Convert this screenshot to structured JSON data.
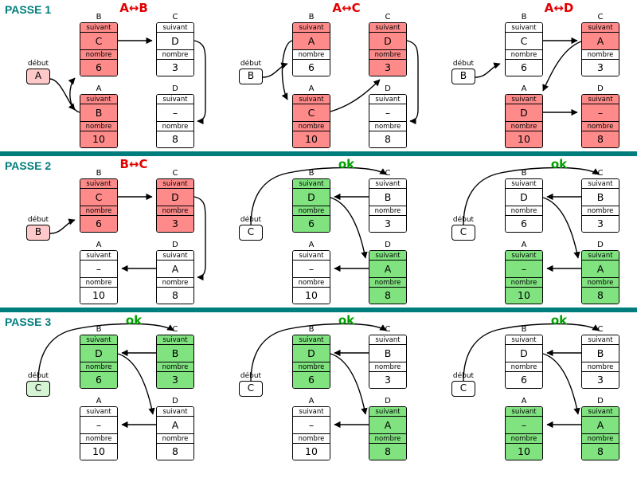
{
  "colors": {
    "teal": "#007d7d",
    "separator": "#007d7d",
    "title_red": "#e00000",
    "title_green": "#00a000",
    "pink": "#ff8a8a",
    "pink_light": "#ffc9c9",
    "green": "#80e380",
    "green_light": "#d4f4d4",
    "wire": "#000000"
  },
  "labels": {
    "suivant": "suivant",
    "nombre": "nombre",
    "debut": "début"
  },
  "letter_positions": {
    "B": "TL",
    "C": "TR",
    "A": "BL",
    "D": "BR"
  },
  "rows": [
    {
      "pass_label": "PASSE 1",
      "panels": [
        {
          "title": "A↔B",
          "title_color": "red",
          "debut": {
            "value": "A",
            "hl": "pink"
          },
          "nodes": {
            "TL": {
              "label": "B",
              "suivant": "C",
              "nombre": "6",
              "s_hl": "pink",
              "n_hl": "pink"
            },
            "TR": {
              "label": "C",
              "suivant": "D",
              "nombre": "3",
              "s_hl": "",
              "n_hl": ""
            },
            "BL": {
              "label": "A",
              "suivant": "B",
              "nombre": "10",
              "s_hl": "pink",
              "n_hl": "pink"
            },
            "BR": {
              "label": "D",
              "suivant": "–",
              "nombre": "8",
              "s_hl": "",
              "n_hl": ""
            }
          }
        },
        {
          "title": "A↔C",
          "title_color": "red",
          "debut": {
            "value": "B",
            "hl": ""
          },
          "nodes": {
            "TL": {
              "label": "B",
              "suivant": "A",
              "nombre": "6",
              "s_hl": "pink",
              "n_hl": ""
            },
            "TR": {
              "label": "C",
              "suivant": "D",
              "nombre": "3",
              "s_hl": "pink",
              "n_hl": "pink"
            },
            "BL": {
              "label": "A",
              "suivant": "C",
              "nombre": "10",
              "s_hl": "pink",
              "n_hl": "pink"
            },
            "BR": {
              "label": "D",
              "suivant": "–",
              "nombre": "8",
              "s_hl": "",
              "n_hl": ""
            }
          }
        },
        {
          "title": "A↔D",
          "title_color": "red",
          "debut": {
            "value": "B",
            "hl": ""
          },
          "nodes": {
            "TL": {
              "label": "B",
              "suivant": "C",
              "nombre": "6",
              "s_hl": "",
              "n_hl": ""
            },
            "TR": {
              "label": "C",
              "suivant": "A",
              "nombre": "3",
              "s_hl": "pink",
              "n_hl": ""
            },
            "BL": {
              "label": "A",
              "suivant": "D",
              "nombre": "10",
              "s_hl": "pink",
              "n_hl": "pink"
            },
            "BR": {
              "label": "D",
              "suivant": "–",
              "nombre": "8",
              "s_hl": "pink",
              "n_hl": "pink"
            }
          }
        }
      ]
    },
    {
      "pass_label": "PASSE 2",
      "panels": [
        {
          "title": "B↔C",
          "title_color": "red",
          "debut": {
            "value": "B",
            "hl": "pink"
          },
          "nodes": {
            "TL": {
              "label": "B",
              "suivant": "C",
              "nombre": "6",
              "s_hl": "pink",
              "n_hl": "pink"
            },
            "TR": {
              "label": "C",
              "suivant": "D",
              "nombre": "3",
              "s_hl": "pink",
              "n_hl": "pink"
            },
            "BL": {
              "label": "A",
              "suivant": "–",
              "nombre": "10",
              "s_hl": "",
              "n_hl": ""
            },
            "BR": {
              "label": "D",
              "suivant": "A",
              "nombre": "8",
              "s_hl": "",
              "n_hl": ""
            }
          }
        },
        {
          "title": "ok",
          "title_color": "green",
          "debut": {
            "value": "C",
            "hl": ""
          },
          "nodes": {
            "TL": {
              "label": "B",
              "suivant": "D",
              "nombre": "6",
              "s_hl": "green",
              "n_hl": "green"
            },
            "TR": {
              "label": "C",
              "suivant": "B",
              "nombre": "3",
              "s_hl": "",
              "n_hl": ""
            },
            "BL": {
              "label": "A",
              "suivant": "–",
              "nombre": "10",
              "s_hl": "",
              "n_hl": ""
            },
            "BR": {
              "label": "D",
              "suivant": "A",
              "nombre": "8",
              "s_hl": "green",
              "n_hl": "green"
            }
          }
        },
        {
          "title": "ok",
          "title_color": "green",
          "debut": {
            "value": "C",
            "hl": ""
          },
          "nodes": {
            "TL": {
              "label": "B",
              "suivant": "D",
              "nombre": "6",
              "s_hl": "",
              "n_hl": ""
            },
            "TR": {
              "label": "C",
              "suivant": "B",
              "nombre": "3",
              "s_hl": "",
              "n_hl": ""
            },
            "BL": {
              "label": "A",
              "suivant": "–",
              "nombre": "10",
              "s_hl": "green",
              "n_hl": "green"
            },
            "BR": {
              "label": "D",
              "suivant": "A",
              "nombre": "8",
              "s_hl": "green",
              "n_hl": "green"
            }
          }
        }
      ]
    },
    {
      "pass_label": "PASSE 3",
      "panels": [
        {
          "title": "ok",
          "title_color": "green",
          "debut": {
            "value": "C",
            "hl": "green"
          },
          "nodes": {
            "TL": {
              "label": "B",
              "suivant": "D",
              "nombre": "6",
              "s_hl": "green",
              "n_hl": "green"
            },
            "TR": {
              "label": "C",
              "suivant": "B",
              "nombre": "3",
              "s_hl": "green",
              "n_hl": "green"
            },
            "BL": {
              "label": "A",
              "suivant": "–",
              "nombre": "10",
              "s_hl": "",
              "n_hl": ""
            },
            "BR": {
              "label": "D",
              "suivant": "A",
              "nombre": "8",
              "s_hl": "",
              "n_hl": ""
            }
          }
        },
        {
          "title": "ok",
          "title_color": "green",
          "debut": {
            "value": "C",
            "hl": ""
          },
          "nodes": {
            "TL": {
              "label": "B",
              "suivant": "D",
              "nombre": "6",
              "s_hl": "green",
              "n_hl": "green"
            },
            "TR": {
              "label": "C",
              "suivant": "B",
              "nombre": "3",
              "s_hl": "",
              "n_hl": ""
            },
            "BL": {
              "label": "A",
              "suivant": "–",
              "nombre": "10",
              "s_hl": "",
              "n_hl": ""
            },
            "BR": {
              "label": "D",
              "suivant": "A",
              "nombre": "8",
              "s_hl": "green",
              "n_hl": "green"
            }
          }
        },
        {
          "title": "ok",
          "title_color": "green",
          "debut": {
            "value": "C",
            "hl": ""
          },
          "nodes": {
            "TL": {
              "label": "B",
              "suivant": "D",
              "nombre": "6",
              "s_hl": "",
              "n_hl": ""
            },
            "TR": {
              "label": "C",
              "suivant": "B",
              "nombre": "3",
              "s_hl": "",
              "n_hl": ""
            },
            "BL": {
              "label": "A",
              "suivant": "–",
              "nombre": "10",
              "s_hl": "green",
              "n_hl": "green"
            },
            "BR": {
              "label": "D",
              "suivant": "A",
              "nombre": "8",
              "s_hl": "green",
              "n_hl": "green"
            }
          }
        }
      ]
    }
  ]
}
